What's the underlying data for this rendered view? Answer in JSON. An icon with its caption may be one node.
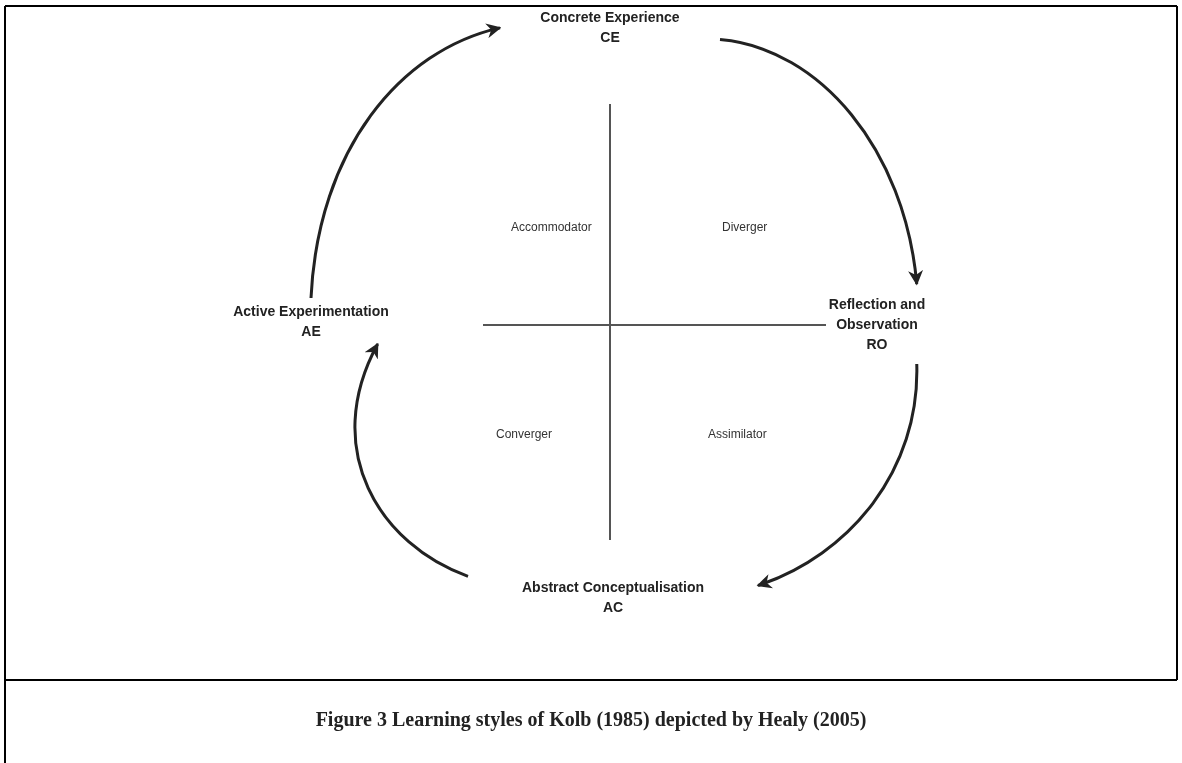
{
  "diagram": {
    "caption": "Figure 3 Learning styles of Kolb (1985) depicted by Healy (2005)",
    "nodes": [
      {
        "text": [
          "Concrete Experience",
          "CE"
        ]
      },
      {
        "text": [
          "Reflection and Observation",
          "RO"
        ]
      },
      {
        "text": [
          "Abstract Conceptualisation",
          "AC"
        ]
      },
      {
        "text": [
          "Active Experimentation",
          "AE"
        ]
      }
    ],
    "edges": [
      {
        "from": 0,
        "to": 1,
        "arrow": "to"
      },
      {
        "from": 1,
        "to": 2,
        "arrow": "to"
      },
      {
        "from": 2,
        "to": 3,
        "arrow": "to"
      },
      {
        "from": 3,
        "to": 0,
        "arrow": "to"
      }
    ],
    "labels": [
      "Accommodator",
      "Diverger",
      "Converger",
      "Assimilator"
    ]
  }
}
